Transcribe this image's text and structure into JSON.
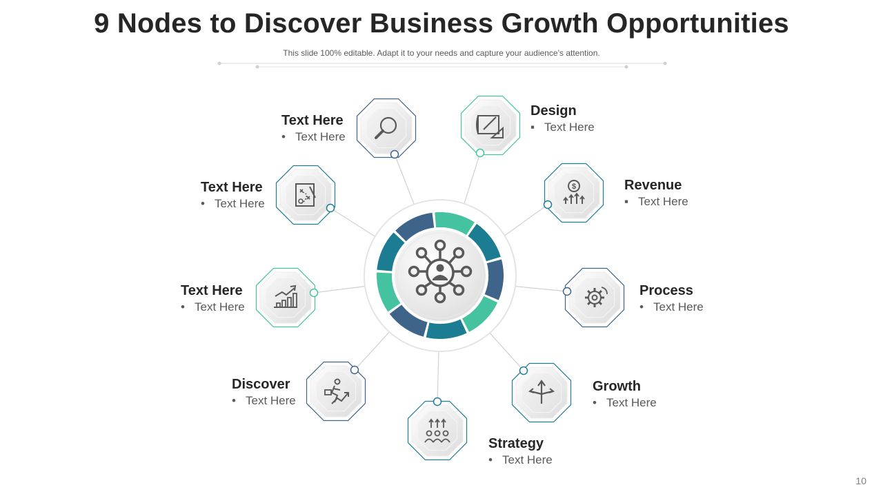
{
  "title": "9 Nodes to Discover Business Growth Opportunities",
  "subtitle": "This slide 100% editable. Adapt it to your needs and capture your audience’s attention.",
  "page_number": "10",
  "colors": {
    "teal_light": "#45C3A0",
    "teal": "#1C7C92",
    "navy": "#3F6489",
    "icon_gray": "#595959",
    "line_gray": "#d0d0d0"
  },
  "center_icon": "network-people-icon",
  "nodes": [
    {
      "icon": "magnifier-icon",
      "title": "Text Here",
      "bullet_char": "•",
      "item": "Text Here"
    },
    {
      "icon": "blueprint-design-icon",
      "title": "Design",
      "bullet_char": "▪",
      "item": "Text Here"
    },
    {
      "icon": "revenue-arrows-icon",
      "title": "Revenue",
      "bullet_char": "▪",
      "item": "Text Here"
    },
    {
      "icon": "gear-process-icon",
      "title": "Process",
      "bullet_char": "•",
      "item": "Text Here"
    },
    {
      "icon": "growth-direction-icon",
      "title": "Growth",
      "bullet_char": "•",
      "item": "Text Here"
    },
    {
      "icon": "team-strategy-icon",
      "title": "Strategy",
      "bullet_char": "•",
      "item": "Text Here"
    },
    {
      "icon": "discover-runner-icon",
      "title": "Discover",
      "bullet_char": "•",
      "item": "Text Here"
    },
    {
      "icon": "bar-chart-growth-icon",
      "title": "Text Here",
      "bullet_char": "•",
      "item": "Text Here"
    },
    {
      "icon": "strategy-board-icon",
      "title": "Text Here",
      "bullet_char": "•",
      "item": "Text Here"
    }
  ]
}
